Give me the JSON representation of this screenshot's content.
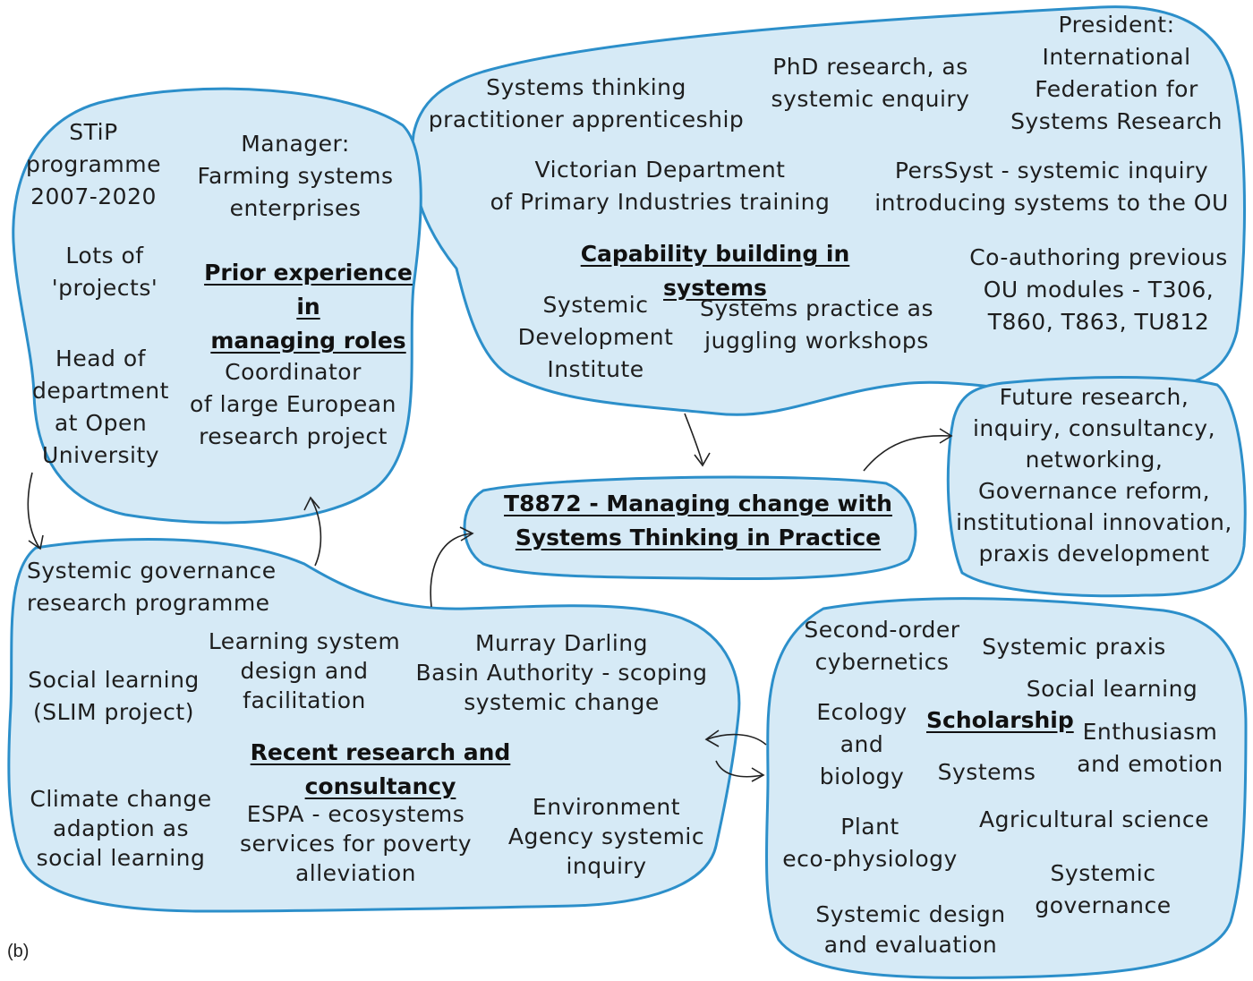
{
  "figure_label": "(b)",
  "center": {
    "title": "T8872 - Managing change with\nSystems Thinking in Practice"
  },
  "prior": {
    "heading": "Prior experience in\nmanaging roles",
    "items": [
      "STiP\nprogramme\n2007-2020",
      "Manager:\nFarming systems\nenterprises",
      "Lots of\n'projects'",
      "Head of\ndepartment\nat Open\nUniversity",
      "Coordinator\nof large European\nresearch project"
    ]
  },
  "capability": {
    "heading": "Capability building in systems",
    "items": [
      "Systems thinking\npractitioner apprenticeship",
      "PhD research, as\nsystemic enquiry",
      "President:\nInternational\nFederation for\nSystems Research",
      "Victorian Department\nof Primary Industries training",
      "PersSyst - systemic inquiry\nintroducing systems to the OU",
      "Co-authoring previous\nOU modules - T306,\nT860, T863, TU812",
      "Systemic\nDevelopment\nInstitute",
      "Systems practice as\njuggling workshops"
    ]
  },
  "future": {
    "text": "Future research,\ninquiry, consultancy,\nnetworking,\nGovernance reform,\ninstitutional innovation,\npraxis development"
  },
  "recent": {
    "heading": "Recent research and consultancy",
    "items": [
      "Systemic governance\nresearch programme",
      "Learning system\ndesign and\nfacilitation",
      "Murray Darling\nBasin Authority - scoping\nsystemic change",
      "Social learning\n(SLIM project)",
      "Climate change\nadaption as\nsocial learning",
      "ESPA - ecosystems\nservices for poverty\nalleviation",
      "Environment\nAgency systemic\ninquiry"
    ]
  },
  "scholarship": {
    "heading": "Scholarship",
    "items": [
      "Second-order\ncybernetics",
      "Systemic praxis",
      "Social learning",
      "Ecology\nand\nbiology",
      "Enthusiasm\nand emotion",
      "Systems",
      "Agricultural science",
      "Plant\neco-physiology",
      "Systemic\ngovernance",
      "Systemic design\nand evaluation"
    ]
  }
}
